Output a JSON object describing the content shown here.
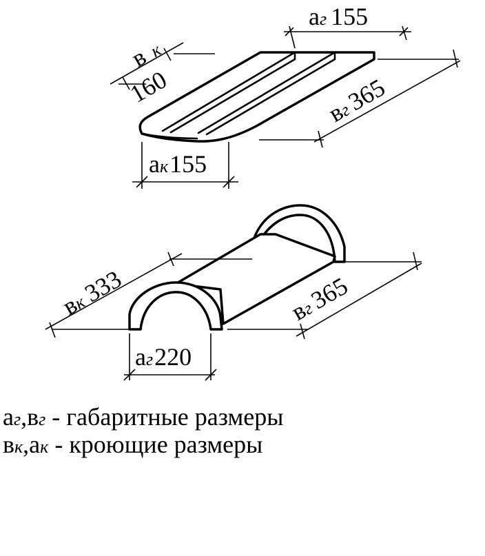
{
  "flat_tile": {
    "dim_top": {
      "letter": "а",
      "sub": "г",
      "value": "155"
    },
    "dim_left": {
      "letter": "в",
      "sub": "к",
      "value": "160"
    },
    "dim_right": {
      "letter": "в",
      "sub": "г",
      "value": "365"
    },
    "dim_bottom": {
      "letter": "а",
      "sub": "к",
      "value": "155"
    }
  },
  "ridge_tile": {
    "dim_left": {
      "letter": "в",
      "sub": "к",
      "value": "333"
    },
    "dim_right": {
      "letter": "в",
      "sub": "г",
      "value": "365"
    },
    "dim_bottom": {
      "letter": "а",
      "sub": "г",
      "value": "220"
    }
  },
  "legend": {
    "line1": {
      "a": "а",
      "a_sub": "г",
      "sep": ",",
      "b": "в",
      "b_sub": "г",
      "text": " - габаритные размеры"
    },
    "line2": {
      "a": "в",
      "a_sub": "к",
      "sep": ",",
      "b": "а",
      "b_sub": "к",
      "text": " - кроющие размеры"
    }
  }
}
